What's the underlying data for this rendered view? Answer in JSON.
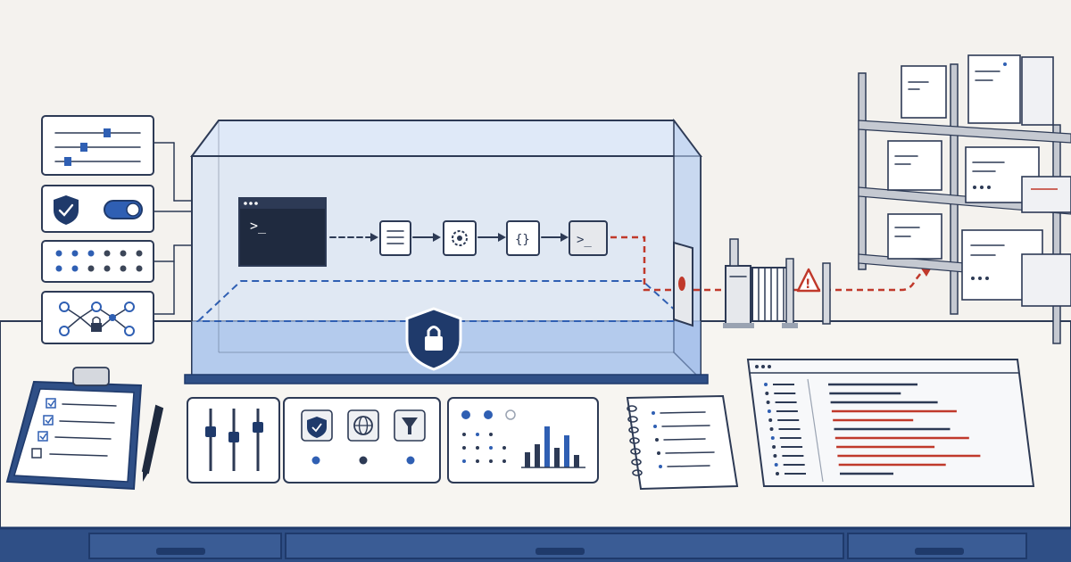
{
  "colors": {
    "ink": "#2d3a55",
    "accent_blue": "#2f5fb3",
    "navy": "#1f3a6b",
    "alert_red": "#c0392b",
    "background": "#f4f2ee",
    "sandbox_glass": "#cfe0f7"
  },
  "icons": {
    "settings_panel": [
      "sliders-icon",
      "shield-check-icon",
      "toggle-switch-icon",
      "dot-grid-icon",
      "network-lock-icon"
    ],
    "pipeline": [
      "terminal-window-icon",
      "document-icon",
      "gear-icon",
      "code-braces-icon",
      "terminal-prompt-icon"
    ],
    "container": [
      "shield-lock-icon"
    ],
    "exit": [
      "gate-icon",
      "warning-icon",
      "server-rack-icon"
    ],
    "desk": [
      "clipboard-checklist-icon",
      "pen-icon",
      "mixer-sliders-icon",
      "shield-icon",
      "globe-icon",
      "filter-icon",
      "bar-chart-icon",
      "notebook-icon",
      "log-window-icon"
    ]
  },
  "terminal": {
    "prompt_glyph": ">_",
    "pipeline_prompt_glyph": ">_",
    "code_glyph": "{}"
  },
  "warning": {
    "glyph": "!"
  },
  "chart": {
    "bar_levels": [
      0.35,
      0.55,
      0.95,
      0.45,
      0.75,
      0.3
    ]
  }
}
